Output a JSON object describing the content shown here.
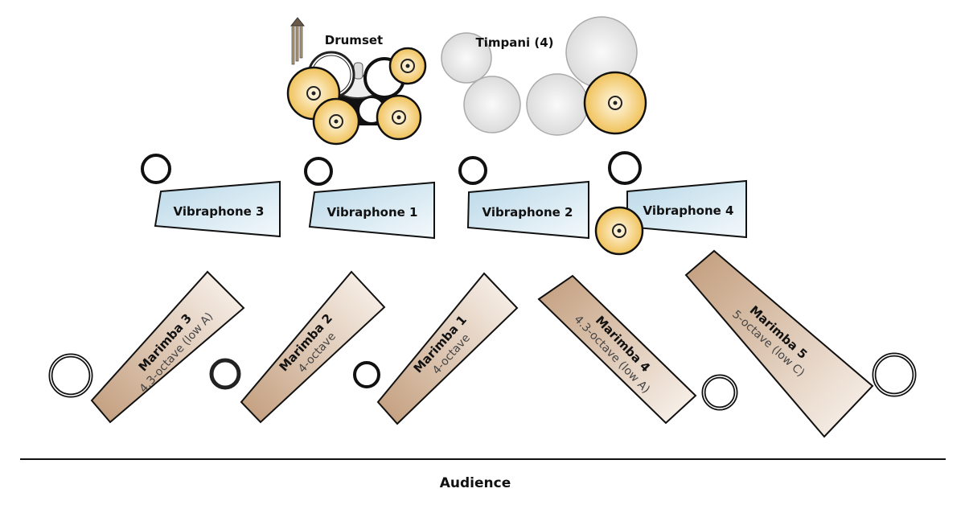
{
  "labels": {
    "drumset": "Drumset",
    "timpani": "Timpani (4)",
    "audience": "Audience"
  },
  "vibraphones": [
    {
      "name": "Vibraphone 3"
    },
    {
      "name": "Vibraphone 1"
    },
    {
      "name": "Vibraphone 2"
    },
    {
      "name": "Vibraphone 4"
    }
  ],
  "marimbas": [
    {
      "name": "Marimba 3",
      "range": "4.3-octave (low A)"
    },
    {
      "name": "Marimba 2",
      "range": "4-octave"
    },
    {
      "name": "Marimba 1",
      "range": "4-octave"
    },
    {
      "name": "Marimba 4",
      "range": "4.3-octave (low A)"
    },
    {
      "name": "Marimba 5",
      "range": "5-octave (low C)"
    }
  ],
  "colors": {
    "cymbal": "#f2c763",
    "marimba": "#c9a78a",
    "vibraphone": "#c9e2ef",
    "timpani": "#e6e6e6"
  }
}
